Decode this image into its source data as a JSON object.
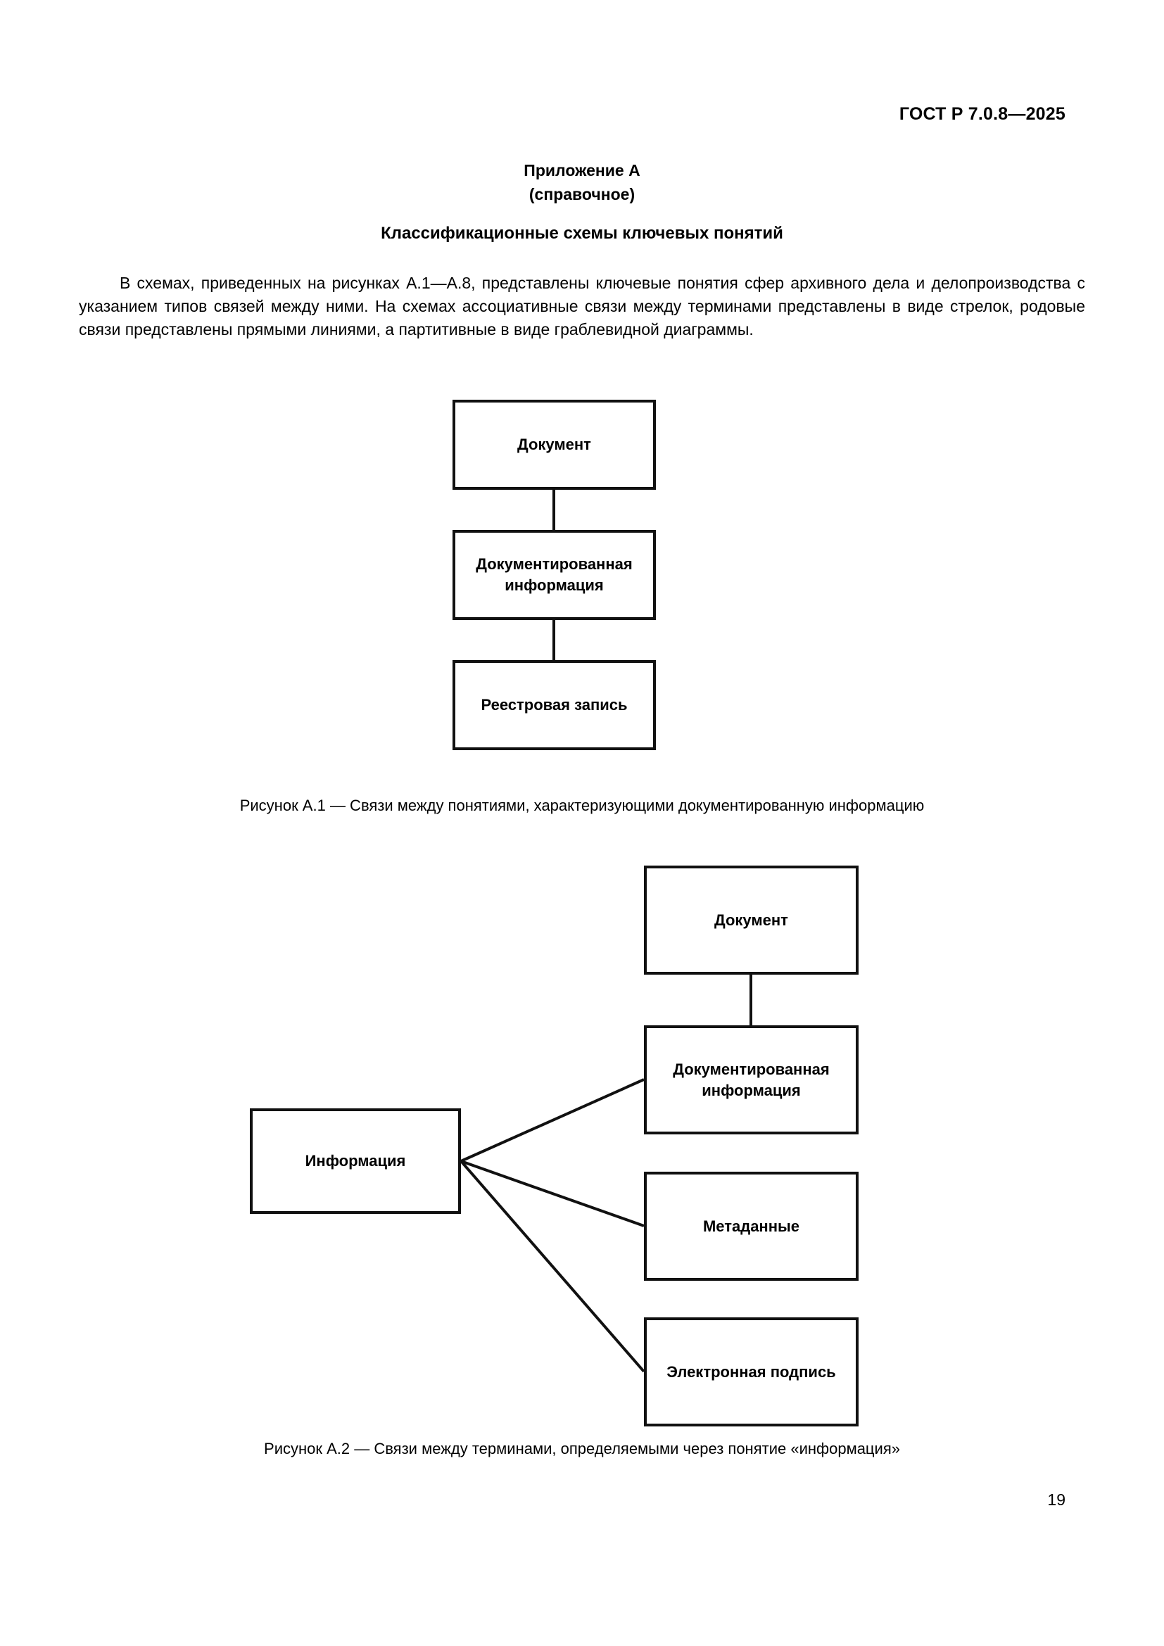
{
  "header": {
    "standard": "ГОСТ Р 7.0.8—2025"
  },
  "annex": {
    "title": "Приложение А",
    "subtitle": "(справочное)"
  },
  "section": {
    "title": "Классификационные схемы ключевых понятий"
  },
  "paragraph": {
    "text": "В схемах, приведенных на рисунках А.1—А.8, представлены ключевые понятия сфер архивного дела и делопроизводства с указанием типов связей между ними. На схемах ассоциативные связи между терминами представлены в виде стрелок, родовые связи представлены прямыми линиями, а партитивные в виде граблевидной диаграммы."
  },
  "figures": [
    {
      "id": "A.1",
      "caption": "Рисунок А.1 — Связи между понятиями, характеризующими документированную информацию",
      "nodes": [
        {
          "key": "document",
          "label": "Документ"
        },
        {
          "key": "documented-information",
          "label": "Документированная информация"
        },
        {
          "key": "registry-record",
          "label": "Реестровая запись"
        }
      ],
      "edges": [
        {
          "from": "document",
          "to": "documented-information",
          "type": "generic-line"
        },
        {
          "from": "documented-information",
          "to": "registry-record",
          "type": "generic-line"
        }
      ]
    },
    {
      "id": "A.2",
      "caption": "Рисунок А.2 — Связи между терминами, определяемыми через понятие «информация»",
      "nodes": [
        {
          "key": "document",
          "label": "Документ"
        },
        {
          "key": "documented-information",
          "label": "Документированная информация"
        },
        {
          "key": "metadata",
          "label": "Метаданные"
        },
        {
          "key": "electronic-signature",
          "label": "Электронная подпись"
        },
        {
          "key": "information",
          "label": "Информация"
        }
      ],
      "edges": [
        {
          "from": "document",
          "to": "documented-information",
          "type": "generic-line"
        },
        {
          "from": "information",
          "to": "documented-information",
          "type": "rake-line"
        },
        {
          "from": "information",
          "to": "metadata",
          "type": "rake-line"
        },
        {
          "from": "information",
          "to": "electronic-signature",
          "type": "rake-line"
        }
      ]
    }
  ],
  "footer": {
    "page_number": "19"
  },
  "colors": {
    "text": "#000000",
    "box_border": "#111111",
    "page_background": "#ffffff"
  }
}
